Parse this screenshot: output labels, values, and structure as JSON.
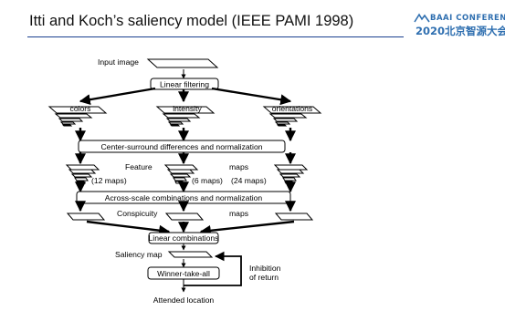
{
  "slide": {
    "title": "Itti and Koch’s saliency model (IEEE PAMI 1998)"
  },
  "logo": {
    "line1": "BAAI CONFERENCE",
    "line2": "2020北京智源大会"
  },
  "diagram": {
    "input_image": "Input image",
    "linear_filtering": "Linear filtering",
    "channels": [
      "colors",
      "intensity",
      "orientations"
    ],
    "center_surround": "Center-surround differences and normalization",
    "feature_word": "Feature",
    "maps_word": "maps",
    "map_counts": [
      "(12 maps)",
      "(6 maps)",
      "(24 maps)"
    ],
    "across_scale": "Across-scale combinations and normalization",
    "conspicuity_word": "Conspicuity",
    "maps_word2": "maps",
    "linear_combinations": "Linear combinations",
    "saliency_map": "Saliency map",
    "winner_take_all": "Winner-take-all",
    "inhibition_line1": "Inhibition",
    "inhibition_line2": "of return",
    "attended_location": "Attended location"
  }
}
